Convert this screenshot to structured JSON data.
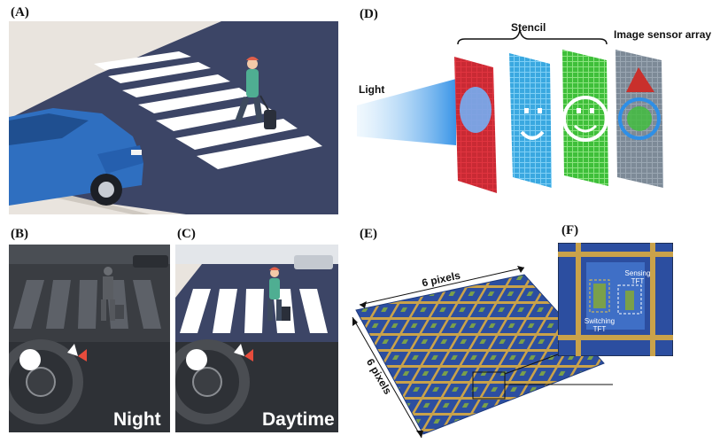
{
  "panels": {
    "a": {
      "label": "(A)"
    },
    "b": {
      "label": "(B)",
      "caption": "Night"
    },
    "c": {
      "label": "(C)",
      "caption": "Daytime"
    },
    "d": {
      "label": "(D)",
      "light": "Light",
      "stencil": "Stencil",
      "sensor": "Image sensor array"
    },
    "e": {
      "label": "(E)",
      "pixels_top": "6 pixels",
      "pixels_side": "6 pixels"
    },
    "f": {
      "label": "(F)",
      "sensing": "Sensing\nTFT",
      "switching": "Switching\nTFT"
    }
  },
  "colors": {
    "road": "#3c4566",
    "crosswalk": "#ffffff",
    "sidewalk": "#e9e4de",
    "car": "#2f6fc0",
    "stencil_red": "#e0343f",
    "stencil_blue": "#3aa8e0",
    "stencil_green": "#3fbf3a",
    "sensor_gray": "#7d8a97",
    "array_blue": "#2c4ea0",
    "array_gold": "#c9a24a"
  }
}
